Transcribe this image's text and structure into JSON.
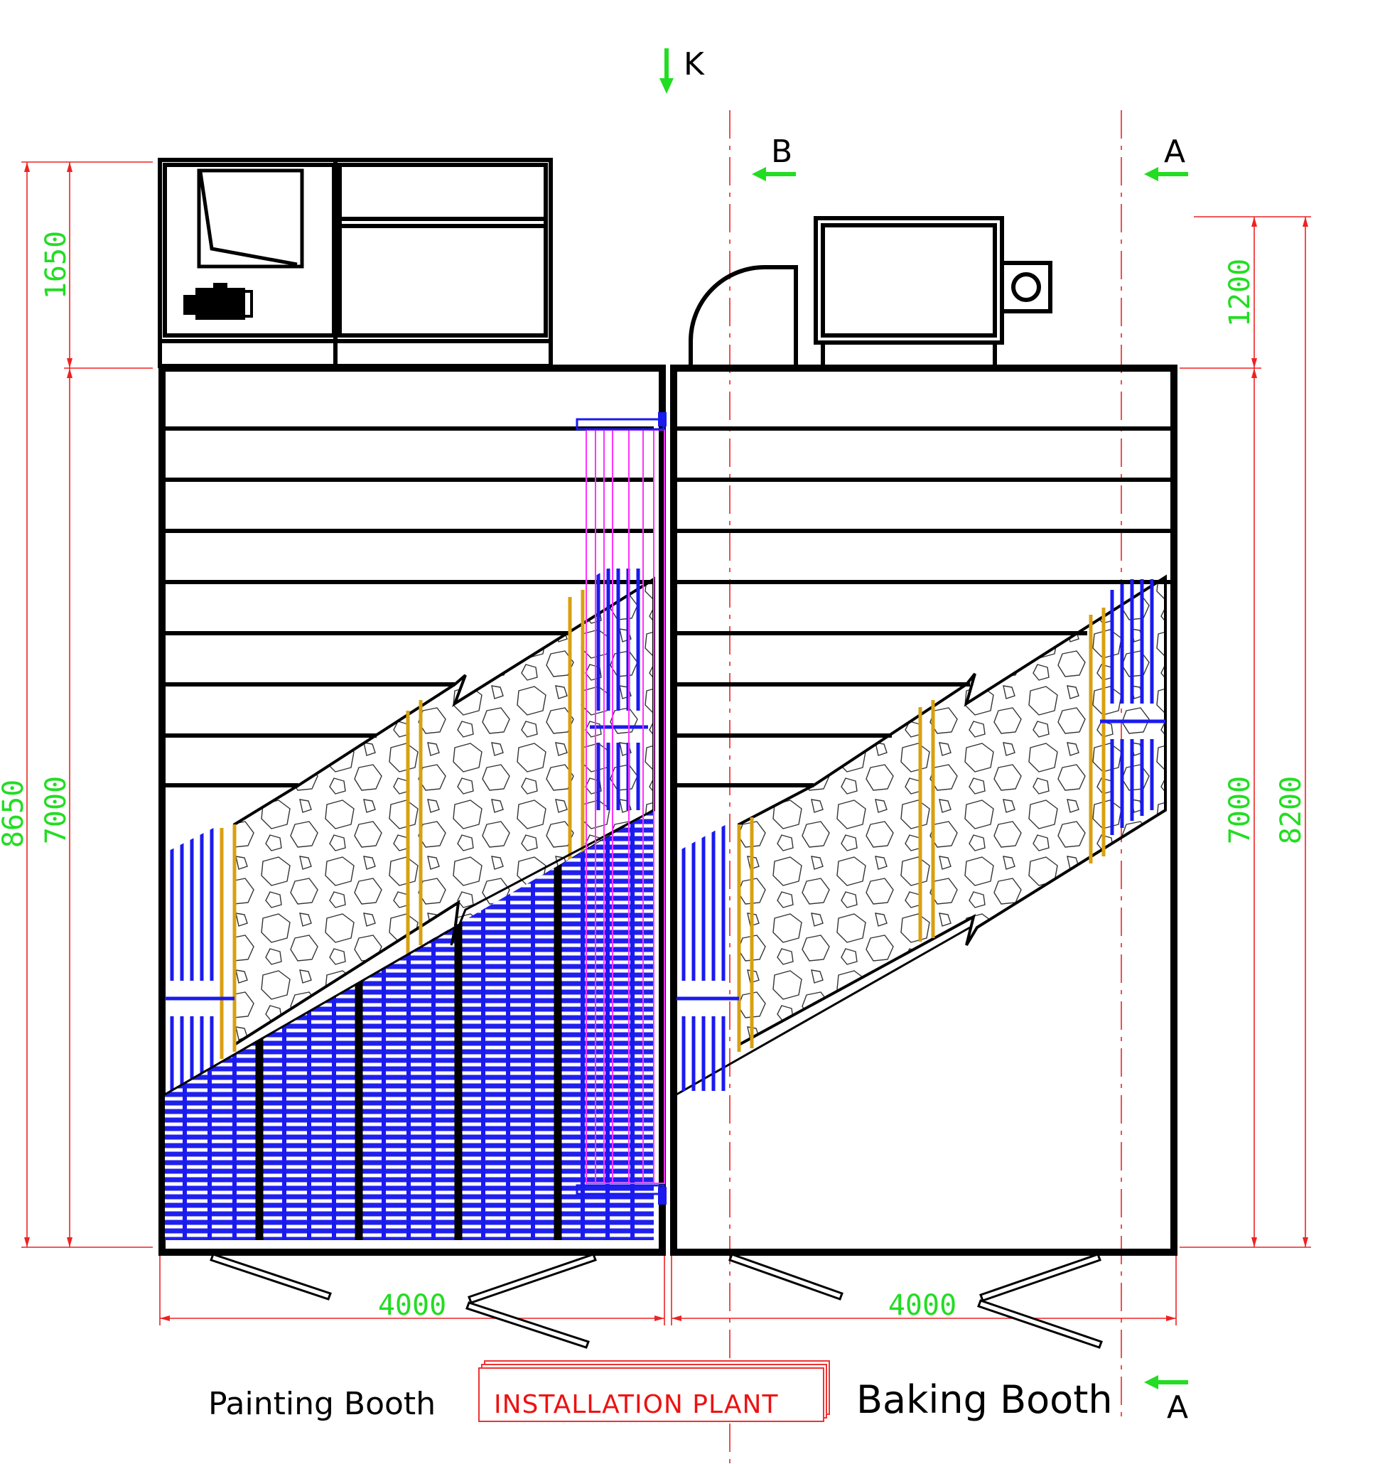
{
  "markers": {
    "top": "K",
    "section_b": "B",
    "section_a_top": "A",
    "section_a_bottom": "A"
  },
  "dimensions": {
    "left_outer": "8650",
    "left_unit_height": "1650",
    "left_booth_height": "7000",
    "right_unit_height": "1200",
    "right_booth_height": "7000",
    "right_outer": "8200",
    "width_left": "4000",
    "width_right": "4000"
  },
  "labels": {
    "painting_booth": "Painting Booth",
    "installation_plant": "INSTALLATION  PLANT",
    "baking_booth": "Baking Booth"
  },
  "colors": {
    "walls": "#000000",
    "dimension_lines": "#ee2222",
    "dimension_text": "#22dd22",
    "arrows": "#22dd22",
    "grating": "#1a1aee",
    "insulation_posts": "#d9a010",
    "duct": "#ff33ff",
    "title_box": "#ee3333"
  }
}
